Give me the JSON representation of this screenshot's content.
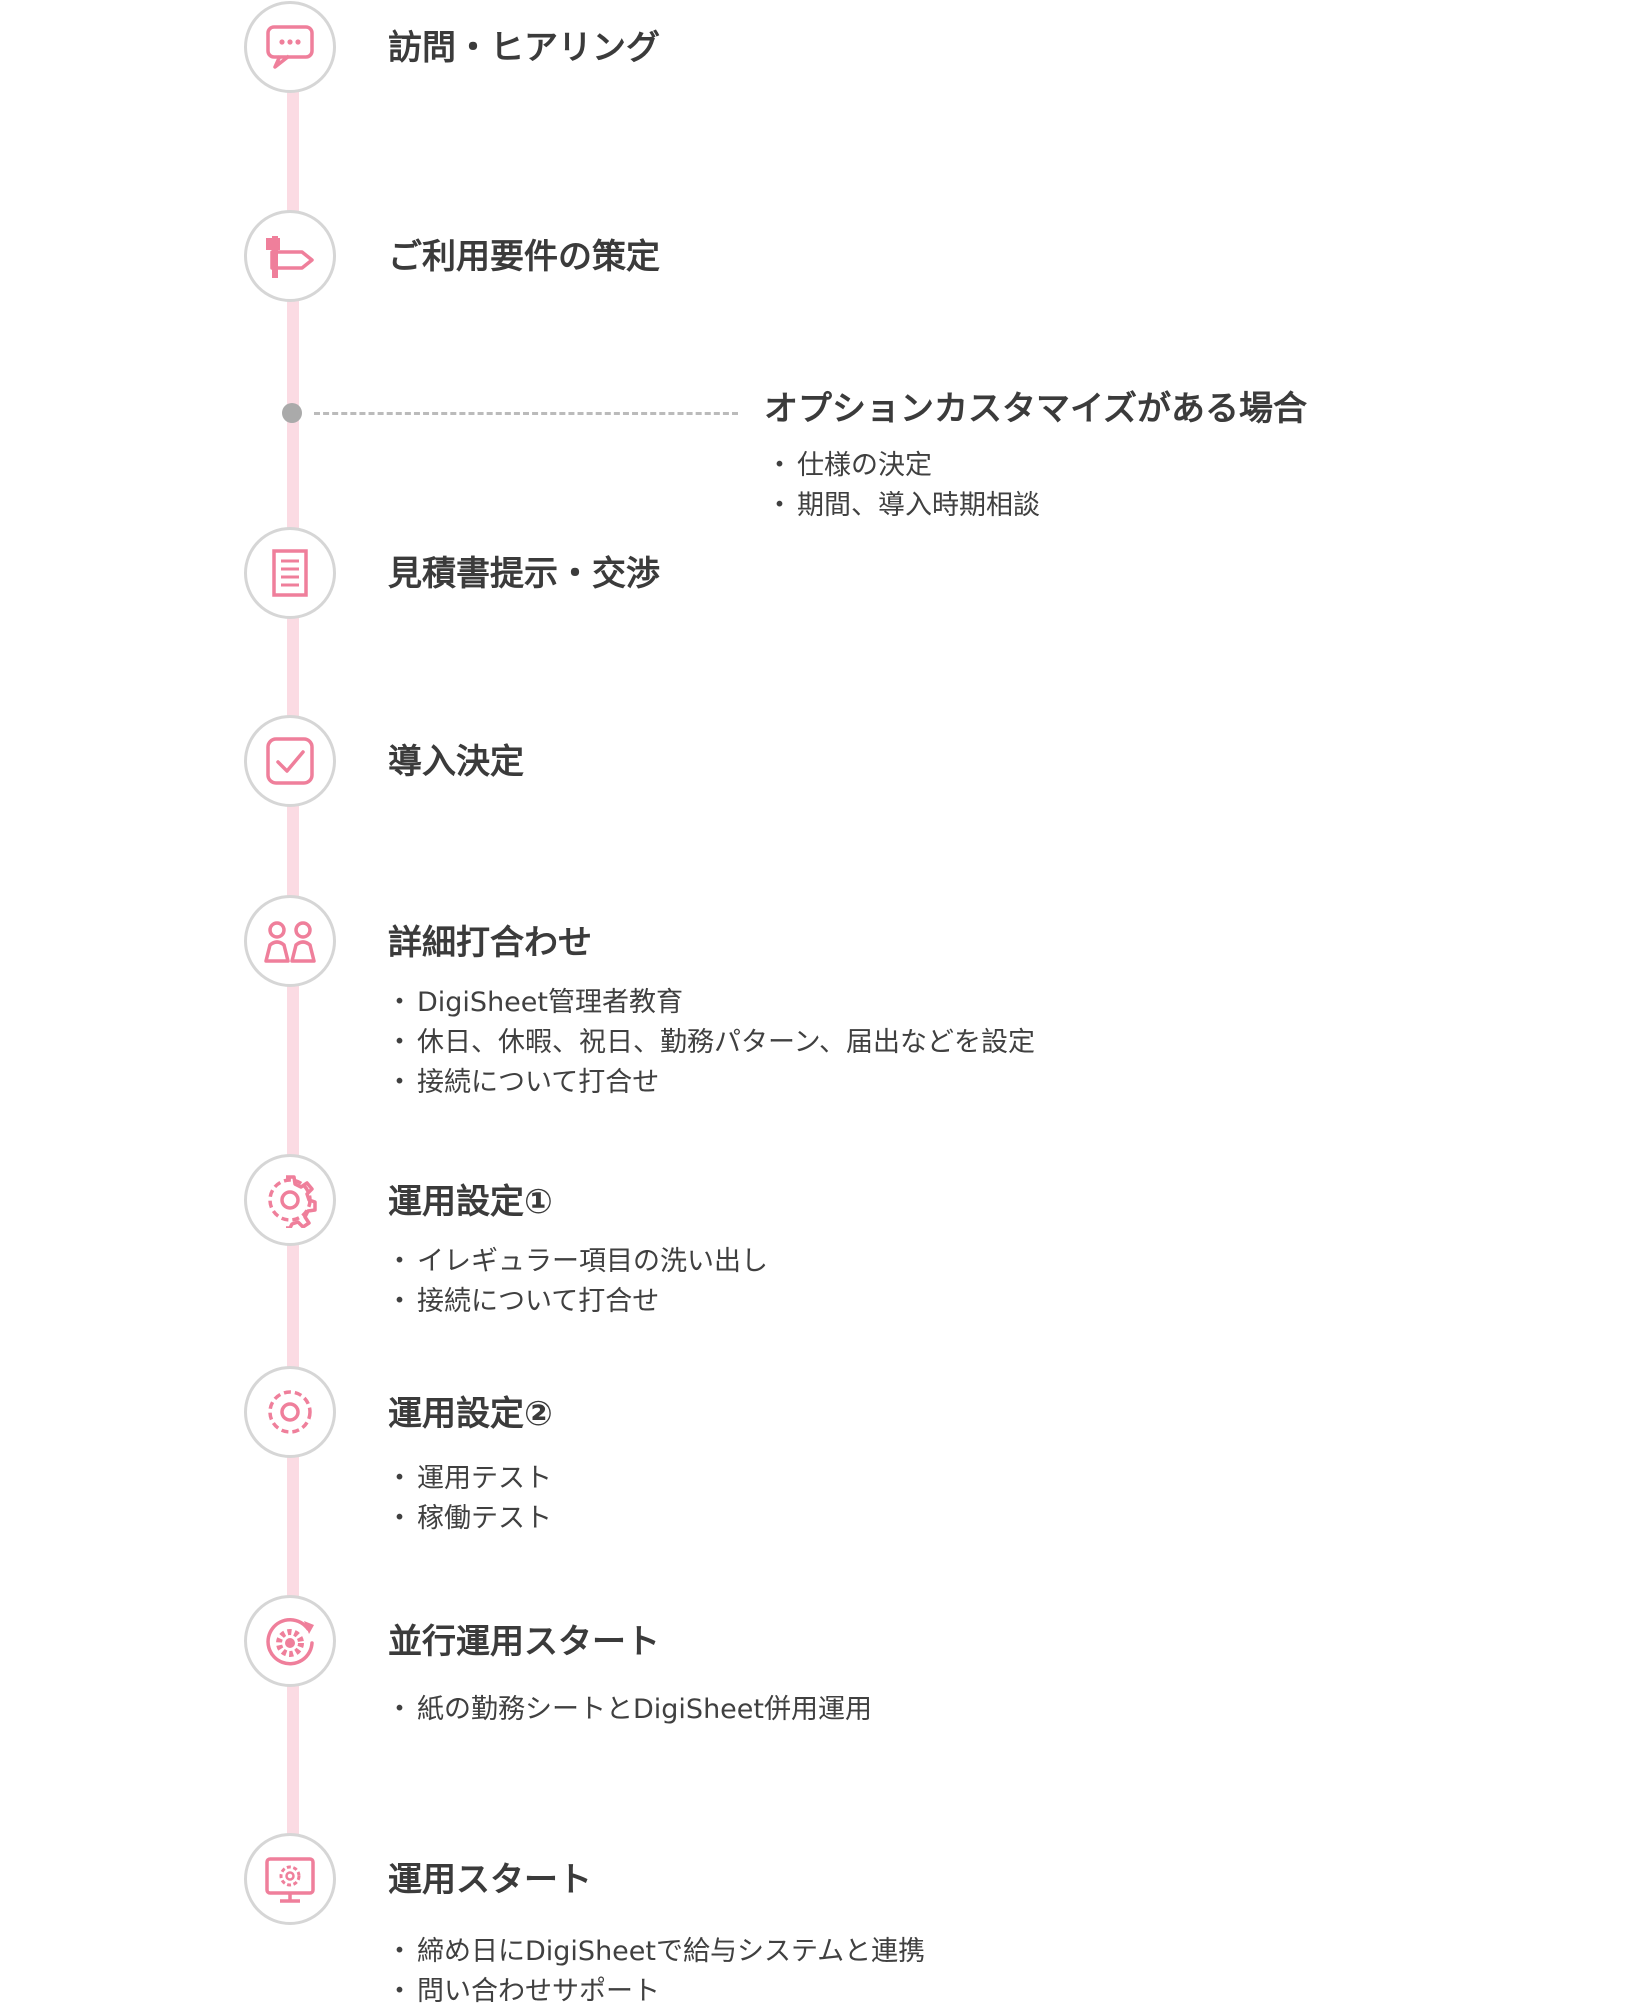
{
  "colors": {
    "accent": "#ef7f9b",
    "line": "#fbdbe3",
    "ring": "#d6d6d6",
    "dash": "#bbbbbb"
  },
  "steps": [
    {
      "icon": "chat-bubble-icon",
      "title": "訪問・ヒアリング",
      "bullets": []
    },
    {
      "icon": "signpost-icon",
      "title": "ご利用要件の策定",
      "bullets": []
    },
    {
      "icon": "document-icon",
      "title": "見積書提示・交渉",
      "bullets": []
    },
    {
      "icon": "checkbox-icon",
      "title": "導入決定",
      "bullets": []
    },
    {
      "icon": "people-icon",
      "title": "詳細打合わせ",
      "bullets": [
        "DigiSheet管理者教育",
        "休日、休暇、祝日、勤務パターン、届出などを設定",
        "接続について打合せ"
      ]
    },
    {
      "icon": "gear-icon",
      "title": "運用設定①",
      "bullets": [
        "イレギュラー項目の洗い出し",
        "接続について打合せ"
      ]
    },
    {
      "icon": "gear-icon",
      "title": "運用設定②",
      "bullets": [
        "運用テスト",
        "稼働テスト"
      ]
    },
    {
      "icon": "gear-cycle-icon",
      "title": "並行運用スタート",
      "bullets": [
        "紙の勤務シートとDigiSheet併用運用"
      ]
    },
    {
      "icon": "monitor-gear-icon",
      "title": "運用スタート",
      "bullets": [
        "締め日にDigiSheetで給与システムと連携",
        "問い合わせサポート"
      ]
    }
  ],
  "option": {
    "title": "オプションカスタマイズがある場合",
    "bullets": [
      "仕様の決定",
      "期間、導入時期相談"
    ]
  }
}
